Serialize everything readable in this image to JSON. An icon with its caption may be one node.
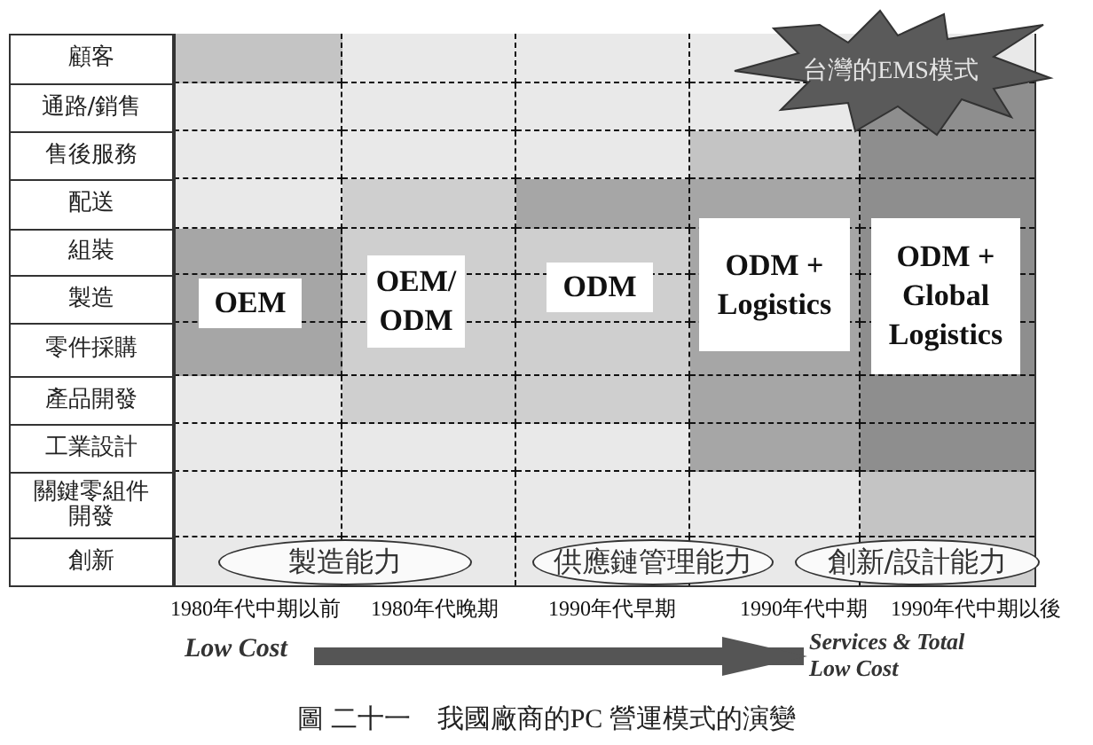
{
  "diagram": {
    "caption": "圖 二十一　我國廠商的PC 營運模式的演變",
    "nodes": [
      {
        "text": [
          "OEM"
        ]
      },
      {
        "text": [
          "OEM/ ODM"
        ]
      },
      {
        "text": [
          "ODM"
        ]
      },
      {
        "text": [
          "ODM + Logistics"
        ]
      },
      {
        "text": [
          "ODM + Global Logistics"
        ]
      },
      {
        "text": [
          "台灣的EMS模式"
        ]
      },
      {
        "text": [
          "製造能力"
        ]
      },
      {
        "text": [
          "供應鏈管理能力"
        ]
      },
      {
        "text": [
          "創新/設計能力"
        ]
      },
      {
        "text": [
          "Low Cost"
        ]
      },
      {
        "text": [
          "Services & Total Low Cost"
        ]
      }
    ],
    "edges": [
      {
        "from": 9,
        "to": 10,
        "arrow": "to"
      }
    ],
    "labels": [
      "顧客",
      "通路/銷售",
      "售後服務",
      "配送",
      "組裝",
      "製造",
      "零件採購",
      "產品開發",
      "工業設計",
      "關鍵零組件開發",
      "創新",
      "1980年代中期以前",
      "1980年代晚期",
      "1990年代早期",
      "1990年代中期",
      "1990年代中期以後"
    ]
  }
}
